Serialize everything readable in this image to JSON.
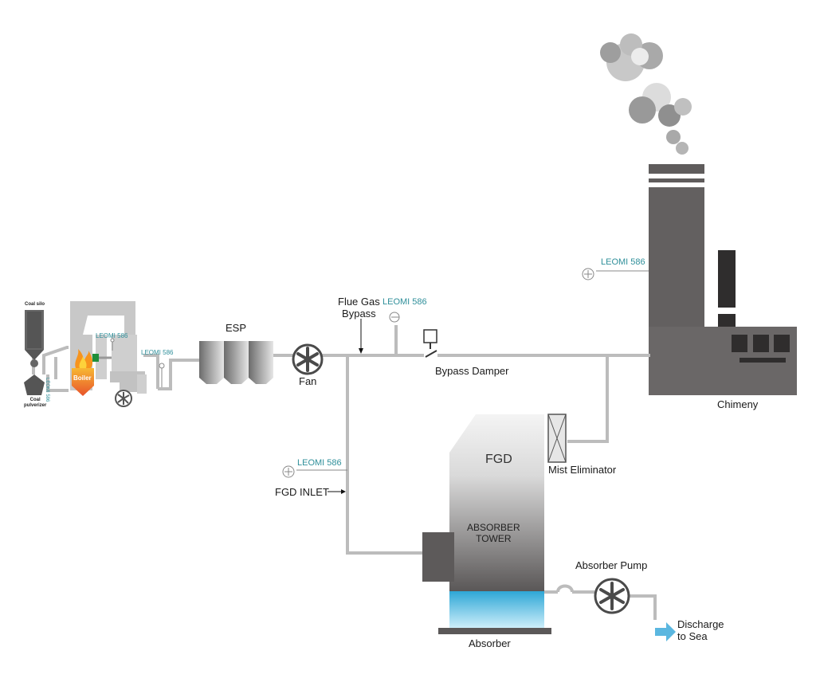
{
  "labels": {
    "coal_silo": "Coal silo",
    "coal_pulverizer": "Coal\npulverizer",
    "boiler": "Boiler",
    "esp": "ESP",
    "fan": "Fan",
    "flue_gas_bypass": "Flue Gas\nBypass",
    "bypass_damper": "Bypass Damper",
    "chimney": "Chimeny",
    "fgd": "FGD",
    "absorber_tower": "ABSORBER\nTOWER",
    "absorber": "Absorber",
    "mist_eliminator": "Mist Eliminator",
    "fgd_inlet": "FGD INLET",
    "absorber_pump": "Absorber Pump",
    "discharge_to_sea": "Discharge\nto Sea"
  },
  "sensors": [
    {
      "id": "sensor-boiler-top",
      "label": "LEOMI 586"
    },
    {
      "id": "sensor-boiler-outlet",
      "label": "LEOMI 586"
    },
    {
      "id": "sensor-pulverizer",
      "label": "LEOMI 586"
    },
    {
      "id": "sensor-bypass",
      "label": "LEOMI 586"
    },
    {
      "id": "sensor-fgd-inlet",
      "label": "LEOMI 586"
    },
    {
      "id": "sensor-chimney",
      "label": "LEOMI 586"
    }
  ],
  "colors": {
    "pipe": "#bcbcbc",
    "chimney_dark": "#636060",
    "tower_dark": "#5d5a5a",
    "water": "#5bc2e3",
    "discharge_arrow": "#5bb7e0",
    "sensor_text": "#2f8f9a",
    "flame_orange": "#f7941d",
    "boiler_red": "#e8532b"
  },
  "icons": [
    "fan-icon",
    "pump-icon",
    "sensor-icon",
    "smoke-icon",
    "flame-icon"
  ]
}
